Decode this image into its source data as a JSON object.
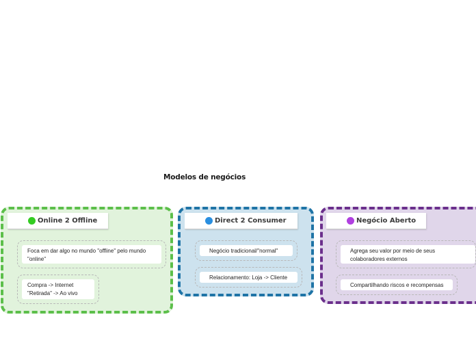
{
  "title": "Modelos de negócios",
  "groups": [
    {
      "label": "Online 2 Offline",
      "color": "#5cbf4a",
      "dot_color": "#33cc22",
      "items": [
        "Foca em dar algo no mundo \"offline\" pelo mundo \"online\"",
        "Compra -> Internet \"Retirada\" -> Ao vivo"
      ]
    },
    {
      "label": "Direct 2 Consumer",
      "color": "#1f74a6",
      "dot_color": "#2a8fe0",
      "items": [
        "Negócio tradicional/\"normal\"",
        "Relacionamento: Loja -> Cliente"
      ]
    },
    {
      "label": "Negócio Aberto",
      "color": "#6b2f8c",
      "dot_color": "#b040e0",
      "items": [
        "Agrega seu valor por meio de seus colaboradores externos",
        "Compartilhando riscos e recompensas"
      ]
    }
  ]
}
